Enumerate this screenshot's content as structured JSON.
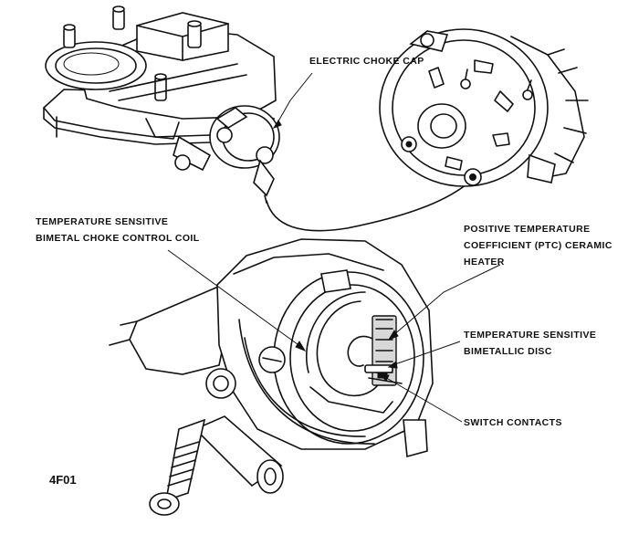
{
  "diagram": {
    "labels": {
      "electric_choke_cap": "ELECTRIC CHOKE CAP",
      "bimetal_coil_line1": "TEMPERATURE SENSITIVE",
      "bimetal_coil_line2": "BIMETAL CHOKE CONTROL COIL",
      "ptc_heater_line1": "POSITIVE TEMPERATURE",
      "ptc_heater_line2": "COEFFICIENT (PTC) CERAMIC",
      "ptc_heater_line3": "HEATER",
      "bimetallic_disc_line1": "TEMPERATURE SENSITIVE",
      "bimetallic_disc_line2": "BIMETALLIC DISC",
      "switch_contacts": "SWITCH CONTACTS"
    },
    "figure_id": "4F01",
    "colors": {
      "ink": "#111111",
      "paper": "#ffffff"
    }
  }
}
